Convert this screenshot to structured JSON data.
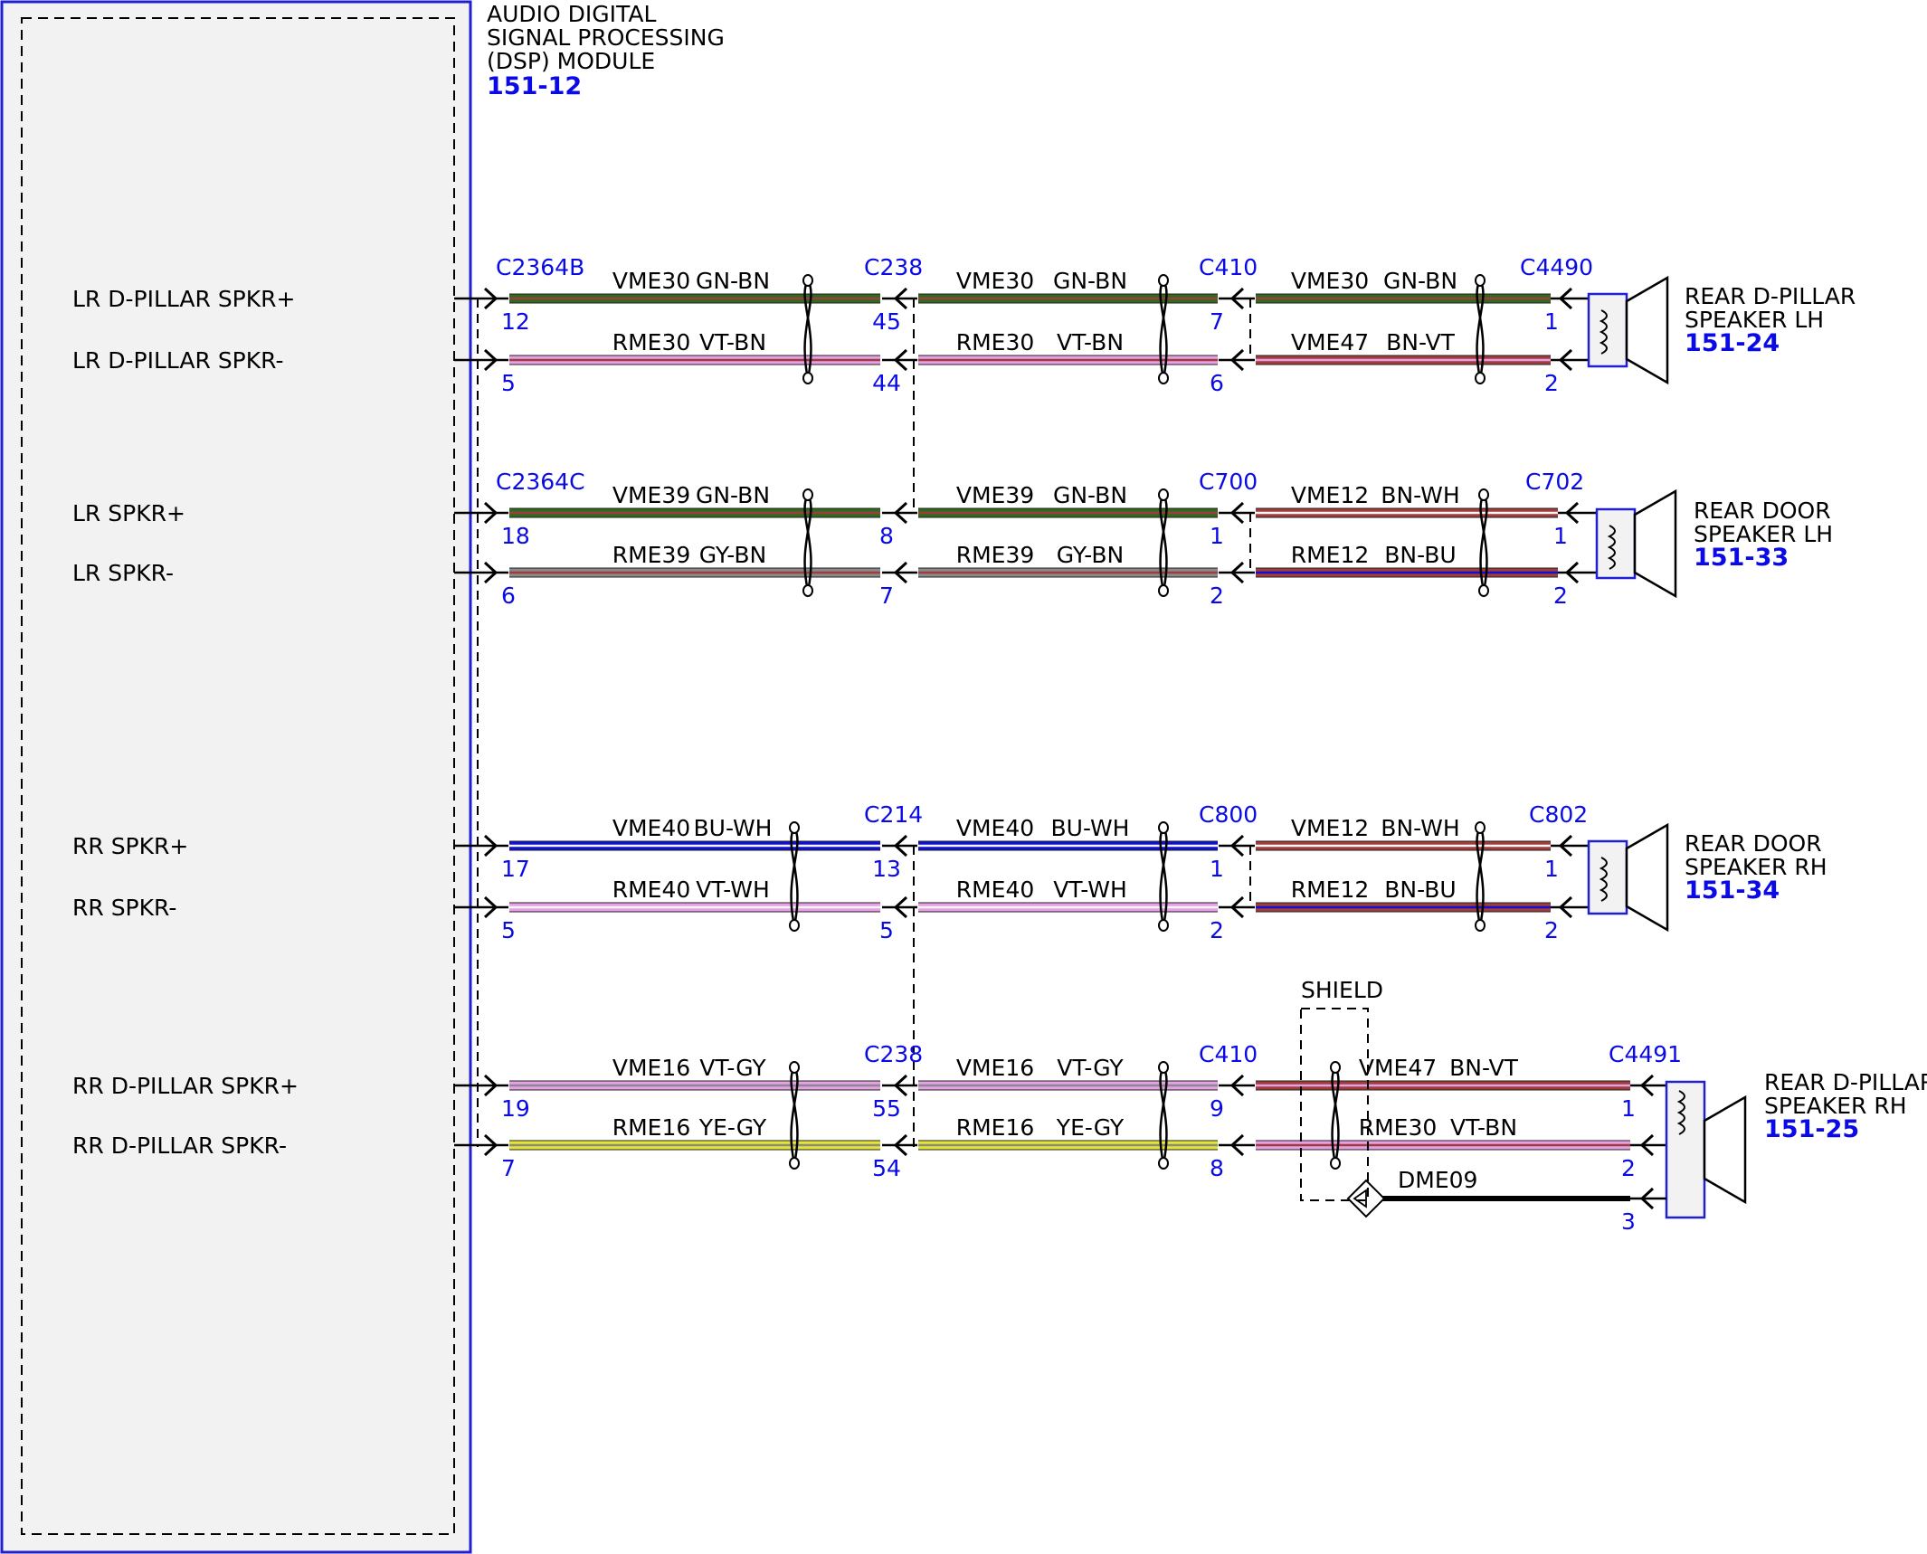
{
  "colors": {
    "module_border": "#2020d0",
    "module_fill": "#f2f2f2",
    "connector_text": "#0a0ae6",
    "GN": "#2f6b1f",
    "VT": "#e6a0e6",
    "GY": "#8a8a8a",
    "BU": "#1010d0",
    "YE": "#e6e630",
    "BN": "#a03c3c",
    "WH": "#f4f4f4",
    "BLACK": "#000000"
  },
  "module": {
    "title_lines": [
      "AUDIO DIGITAL",
      "SIGNAL PROCESSING",
      "(DSP) MODULE"
    ],
    "ref": "151-12"
  },
  "circuits": [
    {
      "id": "lr-dpillar",
      "labels": [
        "LR D-PILLAR SPKR+",
        "LR D-PILLAR SPKR-"
      ],
      "connectors": [
        "C2364B",
        "C238",
        "C410",
        "C4490"
      ],
      "pins": {
        "s1": [
          [
            "12",
            "5"
          ],
          [
            "45",
            "44"
          ]
        ],
        "s2": [
          [
            "7",
            "6"
          ]
        ],
        "end": [
          "1",
          "2"
        ]
      },
      "wires": [
        [
          [
            "VME30",
            "GN-BN"
          ],
          [
            "VME30",
            "GN-BN"
          ],
          [
            "VME30",
            "GN-BN"
          ]
        ],
        [
          [
            "RME30",
            "VT-BN"
          ],
          [
            "RME30",
            "VT-BN"
          ],
          [
            "VME47",
            "BN-VT"
          ]
        ]
      ],
      "speaker": {
        "lines": [
          "REAR D-PILLAR",
          "SPEAKER LH"
        ],
        "ref": "151-24"
      }
    },
    {
      "id": "lr-door",
      "labels": [
        "LR SPKR+",
        "LR SPKR-"
      ],
      "connectors": [
        "C2364C",
        "",
        "C700",
        "C702"
      ],
      "pins": {
        "s1": [
          [
            "18",
            "6"
          ],
          [
            "8",
            "7"
          ]
        ],
        "s2": [
          [
            "1",
            "2"
          ]
        ],
        "end": [
          "1",
          "2"
        ]
      },
      "wires": [
        [
          [
            "VME39",
            "GN-BN"
          ],
          [
            "VME39",
            "GN-BN"
          ],
          [
            "VME12",
            "BN-WH"
          ]
        ],
        [
          [
            "RME39",
            "GY-BN"
          ],
          [
            "RME39",
            "GY-BN"
          ],
          [
            "RME12",
            "BN-BU"
          ]
        ]
      ],
      "speaker": {
        "lines": [
          "REAR DOOR",
          "SPEAKER LH"
        ],
        "ref": "151-33"
      }
    },
    {
      "id": "rr-door",
      "labels": [
        "RR SPKR+",
        "RR SPKR-"
      ],
      "connectors": [
        "",
        "C214",
        "C800",
        "C802"
      ],
      "pins": {
        "s1": [
          [
            "17",
            "5"
          ],
          [
            "13",
            "5"
          ]
        ],
        "s2": [
          [
            "1",
            "2"
          ]
        ],
        "end": [
          "1",
          "2"
        ]
      },
      "wires": [
        [
          [
            "VME40",
            "BU-WH"
          ],
          [
            "VME40",
            "BU-WH"
          ],
          [
            "VME12",
            "BN-WH"
          ]
        ],
        [
          [
            "RME40",
            "VT-WH"
          ],
          [
            "RME40",
            "VT-WH"
          ],
          [
            "RME12",
            "BN-BU"
          ]
        ]
      ],
      "speaker": {
        "lines": [
          "REAR DOOR",
          "SPEAKER RH"
        ],
        "ref": "151-34"
      }
    },
    {
      "id": "rr-dpillar",
      "labels": [
        "RR D-PILLAR SPKR+",
        "RR D-PILLAR SPKR-"
      ],
      "connectors": [
        "",
        "C238",
        "C410",
        "C4491"
      ],
      "pins": {
        "s1": [
          [
            "19",
            "7"
          ],
          [
            "55",
            "54"
          ]
        ],
        "s2": [
          [
            "9",
            "8"
          ]
        ],
        "end": [
          "1",
          "2",
          "3"
        ]
      },
      "wires": [
        [
          [
            "VME16",
            "VT-GY"
          ],
          [
            "VME16",
            "VT-GY"
          ],
          [
            "VME47",
            "BN-VT"
          ]
        ],
        [
          [
            "RME16",
            "YE-GY"
          ],
          [
            "RME16",
            "YE-GY"
          ],
          [
            "RME30",
            "VT-BN"
          ]
        ]
      ],
      "extra_wire": [
        "DME09",
        ""
      ],
      "shield_label": "SHIELD",
      "speaker": {
        "lines": [
          "REAR D-PILLAR",
          "SPEAKER RH"
        ],
        "ref": "151-25"
      }
    }
  ]
}
